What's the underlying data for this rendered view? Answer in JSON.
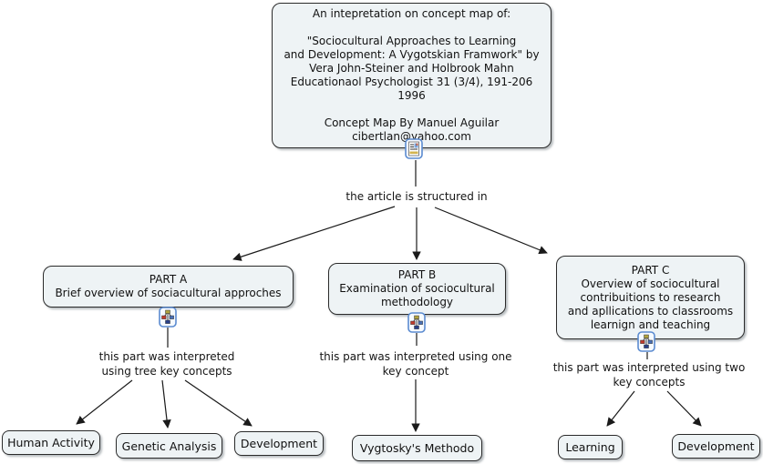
{
  "colors": {
    "canvas_background": "#ffffff",
    "node_fill": "#eef3f5",
    "node_border": "#2a2a2a",
    "connector": "#1a1a1a",
    "icon_border": "#5b8bd0"
  },
  "icons": {
    "root_resource": "document-with-image-icon",
    "part_submap": "concept-map-icon"
  },
  "nodes": {
    "root": {
      "label": "An intepretation on concept map of:\n\n\"Sociocultural Approaches to Learning\nand Development: A Vygotskian Framwork\" by\nVera John-Steiner and Holbrook Mahn\nEducationaol Psychologist 31 (3/4), 191-206\n1996\n\nConcept Map By Manuel Aguilar\ncibertlan@yahoo.com"
    },
    "part_a": {
      "label": "PART A\nBrief overview of sociacultural approches"
    },
    "part_b": {
      "label": "PART B\nExamination of sociocultural\nmethodology"
    },
    "part_c": {
      "label": "PART C\nOverview of sociocultural\ncontribuitions to research\nand apllications to classrooms\nlearnign and teaching"
    },
    "human_activity": {
      "label": "Human Activity"
    },
    "genetic_analysis": {
      "label": "Genetic Analysis"
    },
    "development_a": {
      "label": "Development"
    },
    "vygotsky_method": {
      "label": "Vygtosky's Methodo"
    },
    "learning": {
      "label": "Learning"
    },
    "development_c": {
      "label": "Development"
    }
  },
  "phrases": {
    "structured_in": {
      "label": "the article is structured in"
    },
    "part_a_key": {
      "label": "this part was interpreted\nusing tree key concepts"
    },
    "part_b_key": {
      "label": "this part was interpreted using one\nkey concept"
    },
    "part_c_key": {
      "label": "this part was interpreted using two\nkey concepts"
    }
  }
}
